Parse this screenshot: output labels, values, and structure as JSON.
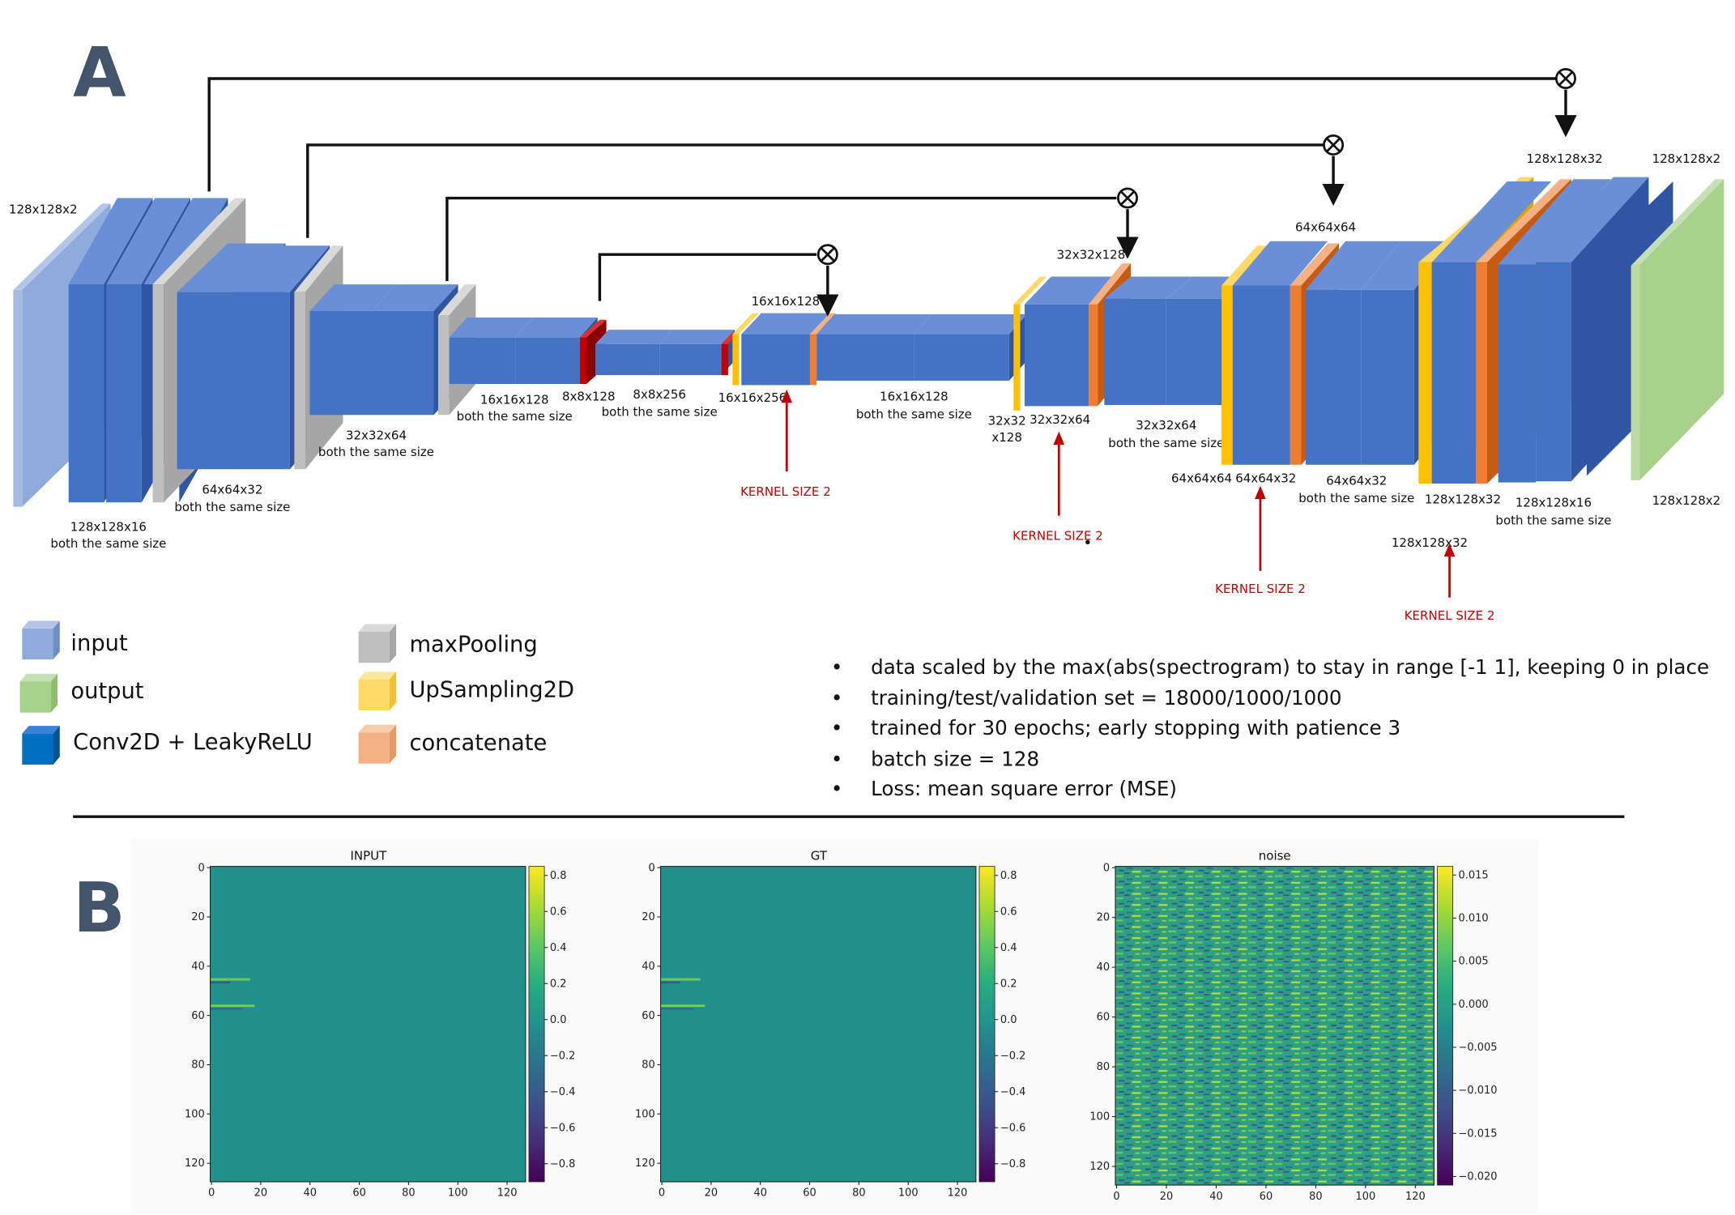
{
  "panel_a": {
    "letter": "A",
    "input_label": "128x128x2",
    "enc1_label": "128x128x16",
    "enc1_sub": "both the same size",
    "enc2_label": "64x64x32",
    "enc2_sub": "both the same size",
    "enc3_label": "32x32x64",
    "enc3_sub": "both the same size",
    "enc4_label": "16x16x128",
    "enc4_sub": "both the same size",
    "pool4_label": "8x8x128",
    "bott_label": "8x8x256",
    "bott_sub": "both the same size",
    "up1_label": "16x16x256",
    "up1_top": "16x16x128",
    "dec1_label": "16x16x128",
    "dec1_sub": "both the same size",
    "up2_l1": "32x32",
    "up2_l2": "x128",
    "up2_top": "32x32x128",
    "up2_conv": "32x32x64",
    "dec2_label": "32x32x64",
    "dec2_sub": "both the same size",
    "up3_label": "64x64x64",
    "up3_conv": "64x64x32",
    "up3_top": "64x64x64",
    "dec3_label": "64x64x32",
    "dec3_sub": "both the same size",
    "up4_label": "128x128x32",
    "up4_conv": "128x128x32",
    "up4_top": "128x128x32",
    "dec4_label": "128x128x16",
    "dec4_sub": "both the same size",
    "out_top": "128x128x2",
    "out_label": "128x128x2",
    "kernel": "KERNEL SIZE 2",
    "legend": {
      "input": "input",
      "output": "output",
      "conv": "Conv2D + LeakyReLU",
      "pool": "maxPooling",
      "upsampling": "UpSampling2D",
      "concat": "concatenate"
    },
    "notes": [
      "data scaled by the max(abs(spectrogram) to stay in range [-1 1], keeping 0 in place",
      "training/test/validation set = 18000/1000/1000",
      "trained for 30 epochs; early stopping with patience 3",
      "batch size = 128",
      "Loss: mean square error (MSE)"
    ],
    "colors": {
      "conv": "#4472c4",
      "input": "#8faadc",
      "output": "#a9d18e",
      "pool": "#bfbfbf",
      "upsampling": "#ffc000",
      "concat": "#ed7d31",
      "red_block": "#c00000",
      "kernel": "#c00000"
    }
  },
  "panel_b": {
    "letter": "B",
    "chart_data": [
      {
        "type": "heatmap",
        "title": "INPUT",
        "xlim": [
          0,
          127
        ],
        "ylim": [
          127,
          0
        ],
        "xticks": [
          "0",
          "20",
          "40",
          "60",
          "80",
          "100",
          "120"
        ],
        "yticks": [
          "0",
          "20",
          "40",
          "60",
          "80",
          "100",
          "120"
        ],
        "colorbar_range": [
          -0.9,
          0.85
        ],
        "colorbar_ticks": [
          "0.8",
          "0.6",
          "0.4",
          "0.2",
          "0.0",
          "−0.2",
          "−0.4",
          "−0.6",
          "−0.8"
        ],
        "colormap": "viridis",
        "dominant_value": 0.0
      },
      {
        "type": "heatmap",
        "title": "GT",
        "xlim": [
          0,
          127
        ],
        "ylim": [
          127,
          0
        ],
        "xticks": [
          "0",
          "20",
          "40",
          "60",
          "80",
          "100",
          "120"
        ],
        "yticks": [
          "0",
          "20",
          "40",
          "60",
          "80",
          "100",
          "120"
        ],
        "colorbar_range": [
          -0.9,
          0.85
        ],
        "colorbar_ticks": [
          "0.8",
          "0.6",
          "0.4",
          "0.2",
          "0.0",
          "−0.2",
          "−0.4",
          "−0.6",
          "−0.8"
        ],
        "colormap": "viridis",
        "dominant_value": 0.0
      },
      {
        "type": "heatmap",
        "title": "noise",
        "xlim": [
          0,
          127
        ],
        "ylim": [
          127,
          0
        ],
        "xticks": [
          "0",
          "20",
          "40",
          "60",
          "80",
          "100",
          "120"
        ],
        "yticks": [
          "0",
          "20",
          "40",
          "60",
          "80",
          "100",
          "120"
        ],
        "colorbar_range": [
          -0.021,
          0.016
        ],
        "colorbar_ticks": [
          "0.015",
          "0.010",
          "0.005",
          "0.000",
          "−0.005",
          "−0.010",
          "−0.015",
          "−0.020"
        ],
        "colormap": "viridis",
        "dominant_value": 0.0
      }
    ]
  }
}
